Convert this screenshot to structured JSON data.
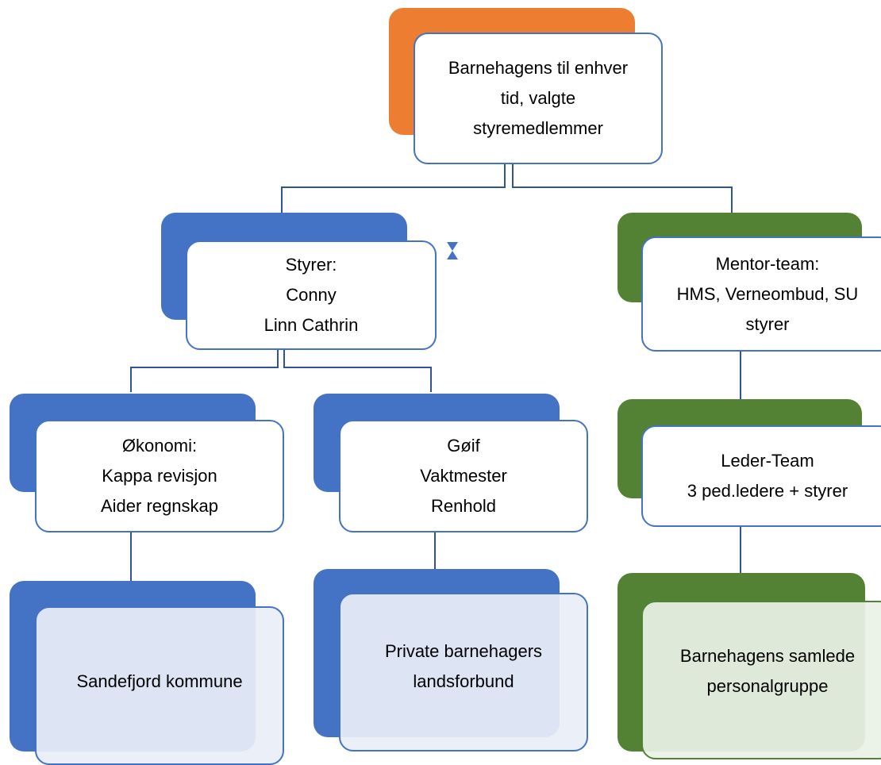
{
  "colors": {
    "orange": "#ed7d31",
    "blue": "#4472c4",
    "green": "#548235",
    "line": "#2f5496"
  },
  "nodes": {
    "top": {
      "lines": [
        "Barnehagens til enhver",
        "tid, valgte",
        "styremedlemmer"
      ]
    },
    "styrer": {
      "lines": [
        "Styrer:",
        "Conny",
        "Linn Cathrin"
      ]
    },
    "mentor": {
      "lines": [
        "Mentor-team:",
        "HMS, Verneombud, SU",
        "styrer"
      ]
    },
    "okonomi": {
      "lines": [
        "Økonomi:",
        "Kappa revisjon",
        "Aider regnskap"
      ]
    },
    "goif": {
      "lines": [
        "Gøif",
        "Vaktmester",
        "Renhold"
      ]
    },
    "leder": {
      "lines": [
        "Leder-Team",
        "3 ped.ledere + styrer"
      ]
    },
    "kommune": {
      "lines": [
        "Sandefjord kommune"
      ]
    },
    "pbl": {
      "lines": [
        "Private barnehagers",
        "landsforbund"
      ]
    },
    "personal": {
      "lines": [
        "Barnehagens samlede",
        "personalgruppe"
      ]
    }
  },
  "marker_icon": "hourglass-icon"
}
